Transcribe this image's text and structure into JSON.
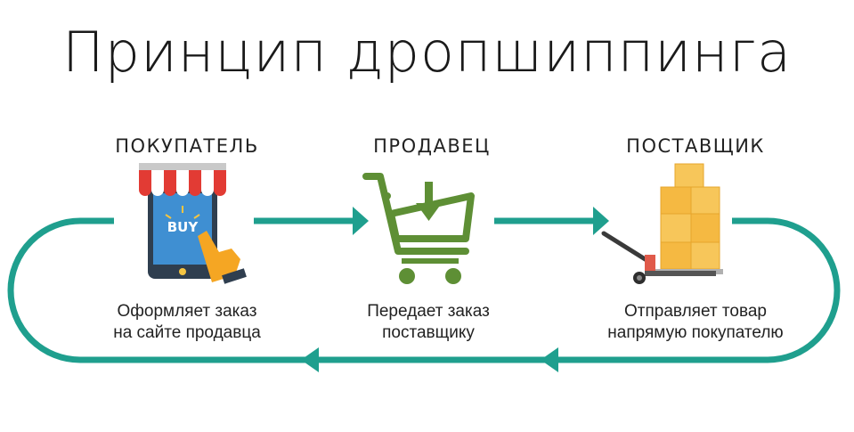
{
  "title": "Принцип дропшиппинга",
  "colors": {
    "accent": "#1f9f8e",
    "cart": "#5e8f35",
    "box": "#f5b942",
    "awning_red": "#e23b34",
    "phone": "#2f3e4f",
    "screen": "#3f8fd2",
    "hand": "#f5a623"
  },
  "steps": [
    {
      "role": "ПОКУПАТЕЛЬ",
      "caption_line1": "Оформляет заказ",
      "caption_line2": "на сайте продавца",
      "icon": "shop-phone-icon",
      "badge": "BUY"
    },
    {
      "role": "ПРОДАВЕЦ",
      "caption_line1": "Передает заказ",
      "caption_line2": "поставщику",
      "icon": "shopping-cart-icon"
    },
    {
      "role": "ПОСТАВЩИК",
      "caption_line1": "Отправляет товар",
      "caption_line2": "напрямую покупателю",
      "icon": "pallet-jack-boxes-icon"
    }
  ]
}
